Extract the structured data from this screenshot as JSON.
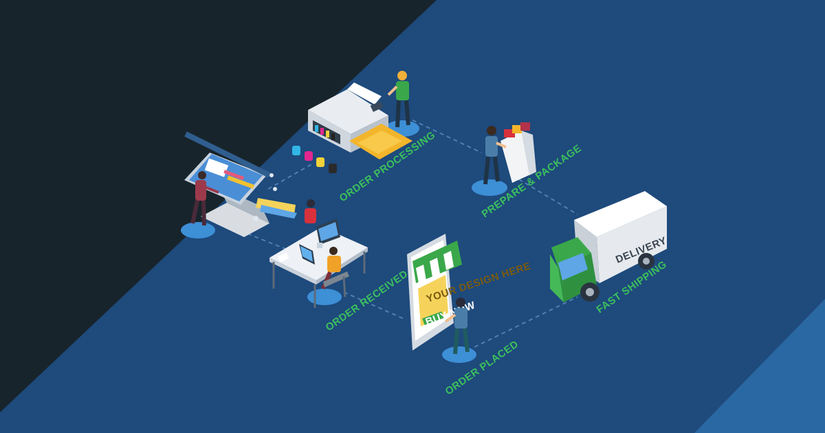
{
  "colors": {
    "background": "#1e4a7c",
    "dark_corner": "#18242b",
    "light_corner": "#2a68a3",
    "label_green": "#3cc05c",
    "connector": "#4f7fb3",
    "platform": "#3d8fd6"
  },
  "steps": [
    {
      "id": "order-placed",
      "label": "ORDER PLACED"
    },
    {
      "id": "order-received",
      "label": "ORDER RECEIVED"
    },
    {
      "id": "order-processing",
      "label": "ORDER PROCESSING"
    },
    {
      "id": "prepare-package",
      "label": "PREPARE & PACKAGE"
    },
    {
      "id": "fast-shipping",
      "label": "FAST SHIPPING"
    }
  ],
  "truck": {
    "text": "DELIVERY"
  },
  "phone": {
    "banner": "YOUR DESIGN HERE",
    "button": "BUY NOW"
  },
  "icons": [
    "design-table-icon",
    "office-desk-icon",
    "printer-icon",
    "shopping-bag-icon",
    "smartphone-store-icon",
    "delivery-truck-icon"
  ]
}
